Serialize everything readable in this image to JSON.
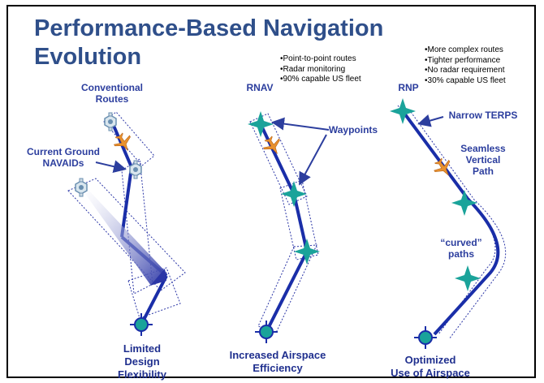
{
  "title_line1": "Performance-Based Navigation",
  "title_line2": "Evolution",
  "rnav_bullets": [
    "Point-to-point routes",
    "Radar monitoring",
    "90% capable US fleet"
  ],
  "rnp_bullets": [
    "More complex routes",
    "Tighter performance",
    "No radar requirement",
    "30% capable US fleet"
  ],
  "labels": {
    "conventional_line1": "Conventional",
    "conventional_line2": "Routes",
    "navaids_line1": "Current Ground",
    "navaids_line2": "NAVAIDs",
    "rnav": "RNAV",
    "waypoints": "Waypoints",
    "rnp": "RNP",
    "narrow_terps": "Narrow TERPS",
    "seamless_line1": "Seamless",
    "seamless_line2": "Vertical",
    "seamless_line3": "Path",
    "curved_line1": "“curved”",
    "curved_line2": "paths"
  },
  "captions": {
    "left_line1": "Limited",
    "left_line2": "Design",
    "left_line3": "Flexibility",
    "mid_line1": "Increased Airspace",
    "mid_line2": "Efficiency",
    "right_line1": "Optimized",
    "right_line2": "Use of Airspace"
  },
  "colors": {
    "title": "#2f4f8a",
    "route_line": "#1a2ea8",
    "label": "#2c3e9e",
    "waypoint": "#1aa39a",
    "aircraft": "#e8912e",
    "airport": "#1aa39a",
    "navaid": "#6a8fb0"
  }
}
